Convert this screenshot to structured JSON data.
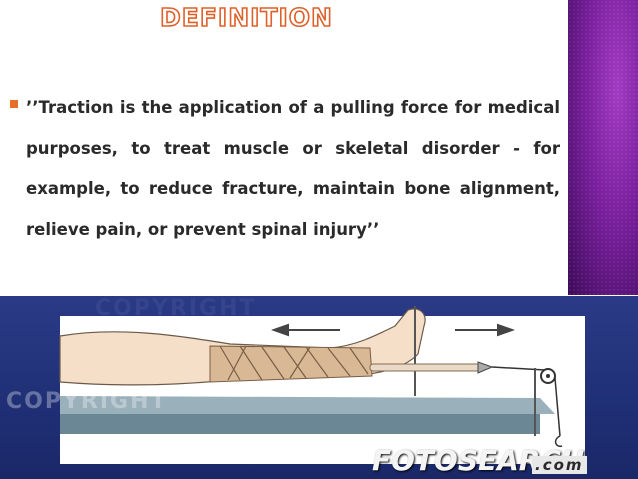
{
  "slide": {
    "title": "DEFINITION",
    "quote": "’’Traction is the application of a pulling force for medical purposes, to treat muscle or skeletal disorder - for example, to reduce fracture, maintain  bone alignment, relieve pain, or prevent spinal injury’’",
    "accent_color": "#e8702a",
    "band_color": "#7a1f9e"
  },
  "image": {
    "watermarks": {
      "copyright": "COPYRIGHT",
      "brand": "FOTOSEARCH",
      "brand_ext": ".com"
    }
  }
}
